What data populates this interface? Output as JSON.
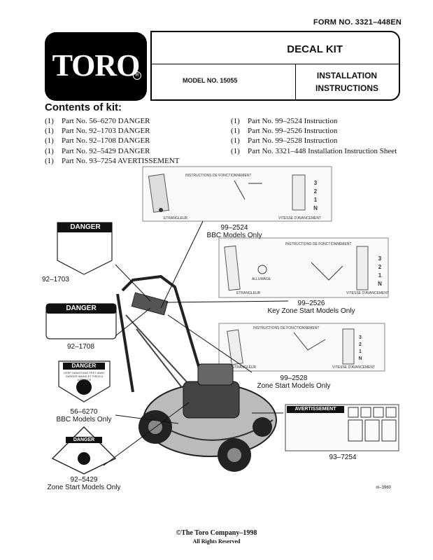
{
  "header": {
    "form_no": "FORM NO. 3321–448EN",
    "logo": "TORO",
    "logo_reg": "R",
    "title": "DECAL KIT",
    "model": "MODEL NO. 15055",
    "install_line1": "INSTALLATION",
    "install_line2": "INSTRUCTIONS"
  },
  "contents_heading": "Contents of kit:",
  "parts_left": [
    {
      "qty": "(1)",
      "text": "Part No. 56–6270 DANGER"
    },
    {
      "qty": "(1)",
      "text": "Part No. 92–1703 DANGER"
    },
    {
      "qty": "(1)",
      "text": "Part No. 92–1708 DANGER"
    },
    {
      "qty": "(1)",
      "text": "Part No. 92–5429 DANGER"
    },
    {
      "qty": "(1)",
      "text": "Part No. 93–7254 AVERTISSEMENT"
    }
  ],
  "parts_right": [
    {
      "qty": "(1)",
      "text": "Part No. 99–2524 Instruction"
    },
    {
      "qty": "(1)",
      "text": "Part No. 99–2526 Instruction"
    },
    {
      "qty": "(1)",
      "text": "Part No. 99–2528 Instruction"
    },
    {
      "qty": "(1)",
      "text": "Part No. 3321–448 Installation Instruction Sheet"
    }
  ],
  "callouts": {
    "d_2524_num": "99–2524",
    "d_2524_sub": "BBC Models Only",
    "d_1703": "92–1703",
    "d_2526_num": "99–2526",
    "d_2526_sub": "Key Zone Start Models Only",
    "d_1708": "92–1708",
    "d_2528_num": "99–2528",
    "d_2528_sub": "Zone Start Models Only",
    "d_6270_num": "56–6270",
    "d_6270_sub": "BBC Models Only",
    "d_7254": "93–7254",
    "d_5429_num": "92–5429",
    "d_5429_sub": "Zone Start Models Only"
  },
  "decal_text": {
    "danger": "DANGER",
    "avertissement": "AVERTISSEMENT",
    "etrangleur": "ETRANGLEUR",
    "vitesse": "VITESSE D'AVANCEMENT",
    "allumage": "ALLUMAGE",
    "gear_3": "3",
    "gear_2": "2",
    "gear_1": "1",
    "gear_n": "N",
    "instr_title": "INSTRUCTIONS DE FONCTIONNEMENT",
    "d6270_line1": "KEEP HANDS AND FEET AWAY",
    "d6270_line2": "GARDER MAINS ET PIEDS A DISTANCE"
  },
  "footer": {
    "copyright": "©The Toro Company–1998",
    "rights": "All Rights Reserved",
    "m_ref": "m–3960"
  }
}
